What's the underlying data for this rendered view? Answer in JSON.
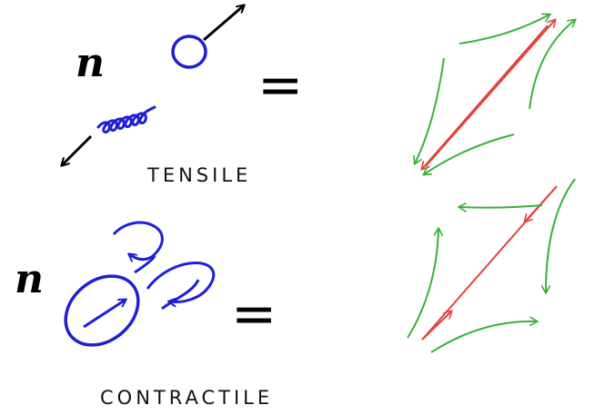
{
  "panels": [
    {
      "id": "tensile",
      "symbol": "n",
      "equals": "=",
      "caption": "TENSILE"
    },
    {
      "id": "contractile",
      "symbol": "n",
      "equals": "=",
      "caption": "CONTRACTILE"
    }
  ],
  "colors": {
    "swimmer": "#1f1fd6",
    "force": "#e0443c",
    "flow": "#36b23a",
    "ink": "#000000"
  }
}
